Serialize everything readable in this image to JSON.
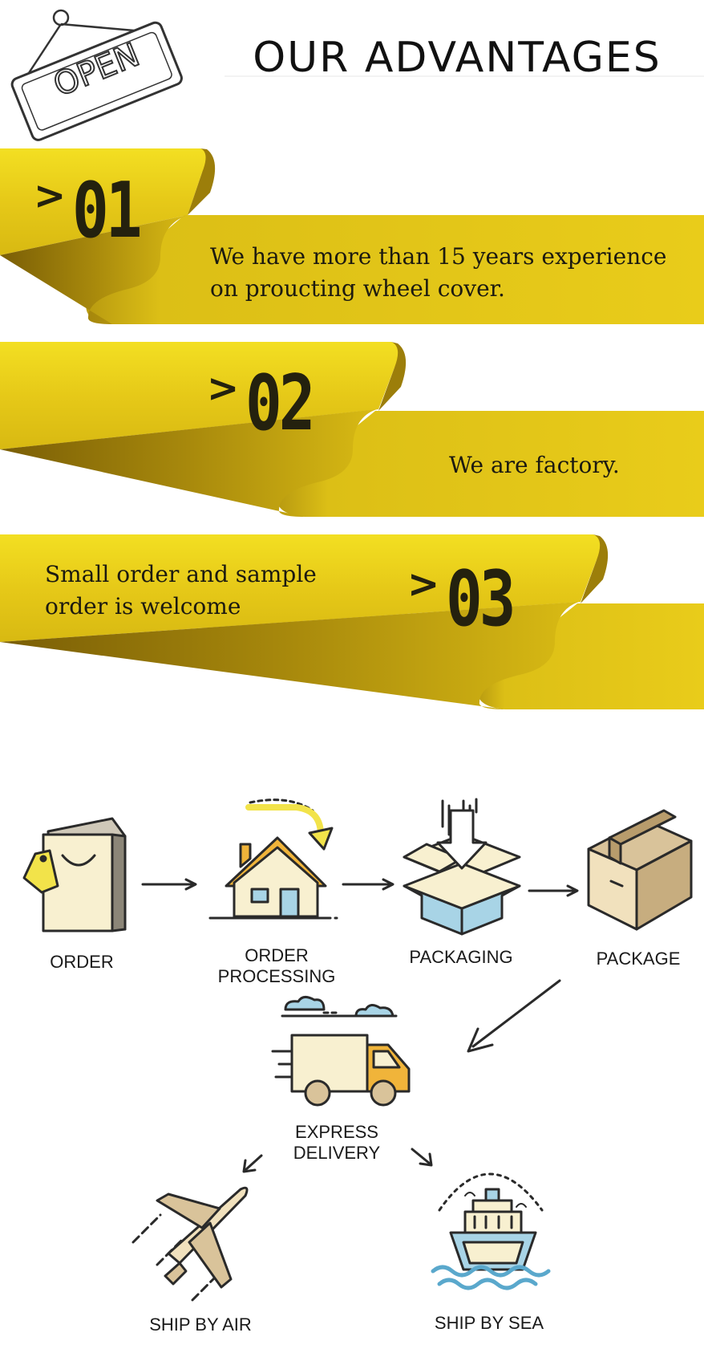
{
  "header": {
    "title": "OUR ADVANTAGES",
    "sign_text": "OPEN"
  },
  "ribbons": [
    {
      "number": "01",
      "chevron": ">",
      "text_lines": [
        "We have more than 15 years experience",
        "on proucting wheel cover."
      ]
    },
    {
      "number": "02",
      "chevron": ">",
      "text_lines": [
        "We are factory."
      ]
    },
    {
      "number": "03",
      "chevron": ">",
      "text_lines": [
        "Small order and sample",
        "order is welcome"
      ]
    }
  ],
  "process": {
    "steps": [
      {
        "label_lines": [
          "ORDER"
        ],
        "icon": "shopping-bag-icon"
      },
      {
        "label_lines": [
          "ORDER",
          "PROCESSING"
        ],
        "icon": "house-icon"
      },
      {
        "label_lines": [
          "PACKAGING"
        ],
        "icon": "open-box-icon"
      },
      {
        "label_lines": [
          "PACKAGE"
        ],
        "icon": "closed-box-icon"
      },
      {
        "label_lines": [
          "EXPRESS",
          "DELIVERY"
        ],
        "icon": "truck-icon"
      },
      {
        "label_lines": [
          "SHIP BY AIR"
        ],
        "icon": "airplane-icon"
      },
      {
        "label_lines": [
          "SHIP BY SEA"
        ],
        "icon": "ship-icon"
      }
    ]
  },
  "colors": {
    "ribbon_light": "#f2de22",
    "ribbon_mid": "#e0c414",
    "ribbon_dark": "#8a6e08",
    "icon_cream": "#f8f0d0",
    "icon_gold": "#f0b43a",
    "icon_blue": "#a8d4e6",
    "icon_tan": "#d9c39a",
    "outline": "#2a2a2a"
  }
}
